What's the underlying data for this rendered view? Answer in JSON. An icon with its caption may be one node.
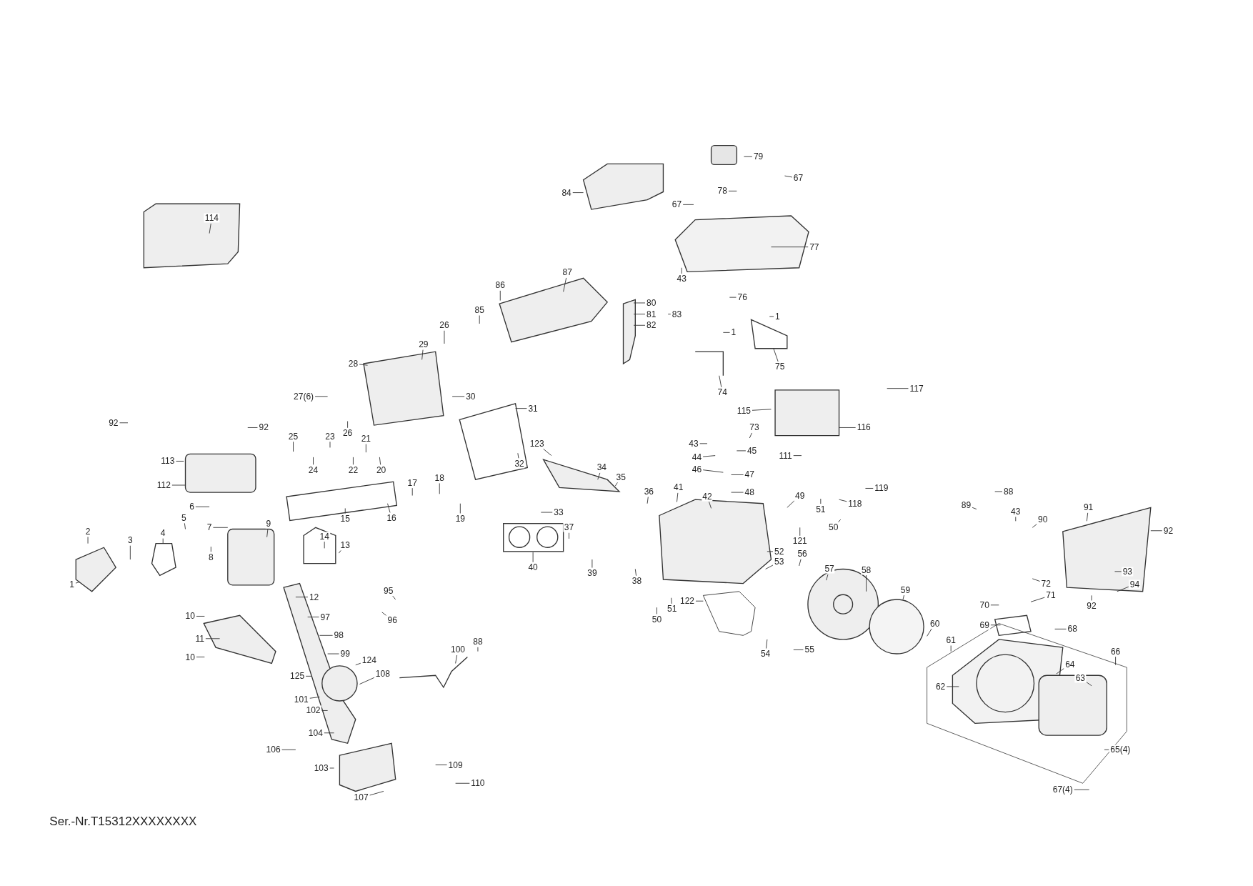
{
  "diagram": {
    "nodes": [
      {
        "text": [
          "79"
        ]
      },
      {
        "text": [
          "67"
        ]
      },
      {
        "text": [
          "67"
        ]
      },
      {
        "text": [
          "78"
        ]
      },
      {
        "text": [
          "84"
        ]
      },
      {
        "text": [
          "77"
        ]
      },
      {
        "text": [
          "43"
        ]
      },
      {
        "text": [
          "86"
        ]
      },
      {
        "text": [
          "87"
        ]
      },
      {
        "text": [
          "80"
        ]
      },
      {
        "text": [
          "81"
        ]
      },
      {
        "text": [
          "82"
        ]
      },
      {
        "text": [
          "83"
        ]
      },
      {
        "text": [
          "76"
        ]
      },
      {
        "text": [
          "85"
        ]
      },
      {
        "text": [
          "26"
        ]
      },
      {
        "text": [
          "1"
        ]
      },
      {
        "text": [
          "1"
        ]
      },
      {
        "text": [
          "29"
        ]
      },
      {
        "text": [
          "28"
        ]
      },
      {
        "text": [
          "75"
        ]
      },
      {
        "text": [
          "74"
        ]
      },
      {
        "text": [
          "117"
        ]
      },
      {
        "text": [
          "114"
        ]
      },
      {
        "text": [
          "30"
        ]
      },
      {
        "text": [
          "27(6)"
        ]
      },
      {
        "text": [
          "92"
        ]
      },
      {
        "text": [
          "92"
        ]
      },
      {
        "text": [
          "31"
        ]
      },
      {
        "text": [
          "115"
        ]
      },
      {
        "text": [
          "116"
        ]
      },
      {
        "text": [
          "26"
        ]
      },
      {
        "text": [
          "43"
        ]
      },
      {
        "text": [
          "73"
        ]
      },
      {
        "text": [
          "45"
        ]
      },
      {
        "text": [
          "44"
        ]
      },
      {
        "text": [
          "46"
        ]
      },
      {
        "text": [
          "47"
        ]
      },
      {
        "text": [
          "48"
        ]
      },
      {
        "text": [
          "111"
        ]
      },
      {
        "text": [
          "25"
        ]
      },
      {
        "text": [
          "23"
        ]
      },
      {
        "text": [
          "21"
        ]
      },
      {
        "text": [
          "24"
        ]
      },
      {
        "text": [
          "22"
        ]
      },
      {
        "text": [
          "20"
        ]
      },
      {
        "text": [
          "32"
        ]
      },
      {
        "text": [
          "113"
        ]
      },
      {
        "text": [
          "112"
        ]
      },
      {
        "text": [
          "123"
        ]
      },
      {
        "text": [
          "34"
        ]
      },
      {
        "text": [
          "35"
        ]
      },
      {
        "text": [
          "17"
        ]
      },
      {
        "text": [
          "18"
        ]
      },
      {
        "text": [
          "119"
        ]
      },
      {
        "text": [
          "49"
        ]
      },
      {
        "text": [
          "36"
        ]
      },
      {
        "text": [
          "41"
        ]
      },
      {
        "text": [
          "42"
        ]
      },
      {
        "text": [
          "6"
        ]
      },
      {
        "text": [
          "15"
        ]
      },
      {
        "text": [
          "16"
        ]
      },
      {
        "text": [
          "19"
        ]
      },
      {
        "text": [
          "118"
        ]
      },
      {
        "text": [
          "33"
        ]
      },
      {
        "text": [
          "51"
        ]
      },
      {
        "text": [
          "50"
        ]
      },
      {
        "text": [
          "121"
        ]
      },
      {
        "text": [
          "52"
        ]
      },
      {
        "text": [
          "53"
        ]
      },
      {
        "text": [
          "56"
        ]
      },
      {
        "text": [
          "5"
        ]
      },
      {
        "text": [
          "7"
        ]
      },
      {
        "text": [
          "9"
        ]
      },
      {
        "text": [
          "14"
        ]
      },
      {
        "text": [
          "13"
        ]
      },
      {
        "text": [
          "2"
        ]
      },
      {
        "text": [
          "3"
        ]
      },
      {
        "text": [
          "4"
        ]
      },
      {
        "text": [
          "8"
        ]
      },
      {
        "text": [
          "1"
        ]
      },
      {
        "text": [
          "37"
        ]
      },
      {
        "text": [
          "40"
        ]
      },
      {
        "text": [
          "39"
        ]
      },
      {
        "text": [
          "38"
        ]
      },
      {
        "text": [
          "12"
        ]
      },
      {
        "text": [
          "57"
        ]
      },
      {
        "text": [
          "58"
        ]
      },
      {
        "text": [
          "59"
        ]
      },
      {
        "text": [
          "122"
        ]
      },
      {
        "text": [
          "50"
        ]
      },
      {
        "text": [
          "51"
        ]
      },
      {
        "text": [
          "95"
        ]
      },
      {
        "text": [
          "96"
        ]
      },
      {
        "text": [
          "97"
        ]
      },
      {
        "text": [
          "10"
        ]
      },
      {
        "text": [
          "98"
        ]
      },
      {
        "text": [
          "11"
        ]
      },
      {
        "text": [
          "99"
        ]
      },
      {
        "text": [
          "10"
        ]
      },
      {
        "text": [
          "60"
        ]
      },
      {
        "text": [
          "61"
        ]
      },
      {
        "text": [
          "54"
        ]
      },
      {
        "text": [
          "55"
        ]
      },
      {
        "text": [
          "88"
        ]
      },
      {
        "text": [
          "89"
        ]
      },
      {
        "text": [
          "43"
        ]
      },
      {
        "text": [
          "90"
        ]
      },
      {
        "text": [
          "91"
        ]
      },
      {
        "text": [
          "92"
        ]
      },
      {
        "text": [
          "93"
        ]
      },
      {
        "text": [
          "94"
        ]
      },
      {
        "text": [
          "92"
        ]
      },
      {
        "text": [
          "72"
        ]
      },
      {
        "text": [
          "71"
        ]
      },
      {
        "text": [
          "70"
        ]
      },
      {
        "text": [
          "69"
        ]
      },
      {
        "text": [
          "68"
        ]
      },
      {
        "text": [
          "100"
        ]
      },
      {
        "text": [
          "88"
        ]
      },
      {
        "text": [
          "124"
        ]
      },
      {
        "text": [
          "108"
        ]
      },
      {
        "text": [
          "125"
        ]
      },
      {
        "text": [
          "101"
        ]
      },
      {
        "text": [
          "102"
        ]
      },
      {
        "text": [
          "66"
        ]
      },
      {
        "text": [
          "64"
        ]
      },
      {
        "text": [
          "63"
        ]
      },
      {
        "text": [
          "62"
        ]
      },
      {
        "text": [
          "104"
        ]
      },
      {
        "text": [
          "106"
        ]
      },
      {
        "text": [
          "103"
        ]
      },
      {
        "text": [
          "109"
        ]
      },
      {
        "text": [
          "110"
        ]
      },
      {
        "text": [
          "107"
        ]
      },
      {
        "text": [
          "65(4)"
        ]
      },
      {
        "text": [
          "67(4)"
        ]
      }
    ],
    "edges": [
      {
        "from": 0,
        "to": null,
        "arrow": "none"
      },
      {
        "from": 1,
        "to": null,
        "arrow": "none"
      },
      {
        "from": 2,
        "to": null,
        "arrow": "none"
      },
      {
        "from": 3,
        "to": null,
        "arrow": "none"
      },
      {
        "from": 4,
        "to": null,
        "arrow": "none"
      },
      {
        "from": 5,
        "to": null,
        "arrow": "none"
      },
      {
        "from": 6,
        "to": null,
        "arrow": "none"
      },
      {
        "from": 7,
        "to": null,
        "arrow": "none"
      },
      {
        "from": 8,
        "to": null,
        "arrow": "none"
      },
      {
        "from": 9,
        "to": null,
        "arrow": "none"
      },
      {
        "from": 10,
        "to": null,
        "arrow": "none"
      },
      {
        "from": 11,
        "to": null,
        "arrow": "none"
      },
      {
        "from": 12,
        "to": null,
        "arrow": "none"
      },
      {
        "from": 13,
        "to": null,
        "arrow": "none"
      },
      {
        "from": 14,
        "to": null,
        "arrow": "none"
      },
      {
        "from": 15,
        "to": null,
        "arrow": "none"
      },
      {
        "from": 16,
        "to": null,
        "arrow": "none"
      },
      {
        "from": 17,
        "to": null,
        "arrow": "none"
      },
      {
        "from": 18,
        "to": null,
        "arrow": "none"
      },
      {
        "from": 19,
        "to": null,
        "arrow": "none"
      },
      {
        "from": 20,
        "to": null,
        "arrow": "none"
      },
      {
        "from": 21,
        "to": null,
        "arrow": "none"
      },
      {
        "from": 22,
        "to": null,
        "arrow": "none"
      },
      {
        "from": 23,
        "to": null,
        "arrow": "none"
      },
      {
        "from": 24,
        "to": null,
        "arrow": "none"
      },
      {
        "from": 25,
        "to": null,
        "arrow": "none"
      },
      {
        "from": 26,
        "to": null,
        "arrow": "none"
      },
      {
        "from": 27,
        "to": null,
        "arrow": "none"
      },
      {
        "from": 28,
        "to": null,
        "arrow": "none"
      },
      {
        "from": 29,
        "to": null,
        "arrow": "none"
      },
      {
        "from": 30,
        "to": null,
        "arrow": "none"
      },
      {
        "from": 31,
        "to": null,
        "arrow": "none"
      },
      {
        "from": 32,
        "to": null,
        "arrow": "none"
      },
      {
        "from": 33,
        "to": null,
        "arrow": "none"
      },
      {
        "from": 34,
        "to": null,
        "arrow": "none"
      },
      {
        "from": 35,
        "to": null,
        "arrow": "none"
      },
      {
        "from": 36,
        "to": null,
        "arrow": "none"
      },
      {
        "from": 37,
        "to": null,
        "arrow": "none"
      },
      {
        "from": 38,
        "to": null,
        "arrow": "none"
      },
      {
        "from": 39,
        "to": null,
        "arrow": "none"
      },
      {
        "from": 40,
        "to": null,
        "arrow": "none"
      },
      {
        "from": 41,
        "to": null,
        "arrow": "none"
      },
      {
        "from": 42,
        "to": null,
        "arrow": "none"
      },
      {
        "from": 43,
        "to": null,
        "arrow": "none"
      },
      {
        "from": 44,
        "to": null,
        "arrow": "none"
      },
      {
        "from": 45,
        "to": null,
        "arrow": "none"
      },
      {
        "from": 46,
        "to": null,
        "arrow": "none"
      },
      {
        "from": 47,
        "to": null,
        "arrow": "none"
      },
      {
        "from": 48,
        "to": null,
        "arrow": "none"
      },
      {
        "from": 49,
        "to": null,
        "arrow": "none"
      },
      {
        "from": 50,
        "to": null,
        "arrow": "none"
      },
      {
        "from": 51,
        "to": null,
        "arrow": "none"
      },
      {
        "from": 52,
        "to": null,
        "arrow": "none"
      },
      {
        "from": 53,
        "to": null,
        "arrow": "none"
      },
      {
        "from": 54,
        "to": null,
        "arrow": "none"
      },
      {
        "from": 55,
        "to": null,
        "arrow": "none"
      },
      {
        "from": 56,
        "to": null,
        "arrow": "none"
      },
      {
        "from": 57,
        "to": null,
        "arrow": "none"
      },
      {
        "from": 58,
        "to": null,
        "arrow": "none"
      },
      {
        "from": 59,
        "to": null,
        "arrow": "none"
      },
      {
        "from": 60,
        "to": null,
        "arrow": "none"
      },
      {
        "from": 61,
        "to": null,
        "arrow": "none"
      },
      {
        "from": 62,
        "to": null,
        "arrow": "none"
      },
      {
        "from": 63,
        "to": null,
        "arrow": "none"
      },
      {
        "from": 64,
        "to": null,
        "arrow": "none"
      },
      {
        "from": 65,
        "to": null,
        "arrow": "none"
      },
      {
        "from": 66,
        "to": null,
        "arrow": "none"
      },
      {
        "from": 67,
        "to": null,
        "arrow": "none"
      },
      {
        "from": 68,
        "to": null,
        "arrow": "none"
      },
      {
        "from": 69,
        "to": null,
        "arrow": "none"
      },
      {
        "from": 70,
        "to": null,
        "arrow": "none"
      },
      {
        "from": 71,
        "to": null,
        "arrow": "none"
      },
      {
        "from": 72,
        "to": null,
        "arrow": "none"
      },
      {
        "from": 73,
        "to": null,
        "arrow": "none"
      },
      {
        "from": 74,
        "to": null,
        "arrow": "none"
      },
      {
        "from": 75,
        "to": null,
        "arrow": "none"
      },
      {
        "from": 76,
        "to": null,
        "arrow": "none"
      },
      {
        "from": 77,
        "to": null,
        "arrow": "none"
      },
      {
        "from": 78,
        "to": null,
        "arrow": "none"
      },
      {
        "from": 79,
        "to": null,
        "arrow": "none"
      },
      {
        "from": 80,
        "to": null,
        "arrow": "none"
      },
      {
        "from": 81,
        "to": null,
        "arrow": "none"
      },
      {
        "from": 82,
        "to": null,
        "arrow": "none"
      },
      {
        "from": 83,
        "to": null,
        "arrow": "none"
      },
      {
        "from": 84,
        "to": null,
        "arrow": "none"
      },
      {
        "from": 85,
        "to": null,
        "arrow": "none"
      },
      {
        "from": 86,
        "to": null,
        "arrow": "none"
      },
      {
        "from": 87,
        "to": null,
        "arrow": "none"
      },
      {
        "from": 88,
        "to": null,
        "arrow": "none"
      },
      {
        "from": 89,
        "to": null,
        "arrow": "none"
      },
      {
        "from": 90,
        "to": null,
        "arrow": "none"
      },
      {
        "from": 91,
        "to": null,
        "arrow": "none"
      },
      {
        "from": 92,
        "to": null,
        "arrow": "none"
      },
      {
        "from": 93,
        "to": null,
        "arrow": "none"
      },
      {
        "from": 94,
        "to": null,
        "arrow": "none"
      },
      {
        "from": 95,
        "to": null,
        "arrow": "none"
      },
      {
        "from": 96,
        "to": null,
        "arrow": "none"
      },
      {
        "from": 97,
        "to": null,
        "arrow": "none"
      },
      {
        "from": 98,
        "to": null,
        "arrow": "none"
      },
      {
        "from": 99,
        "to": null,
        "arrow": "none"
      },
      {
        "from": 100,
        "to": null,
        "arrow": "none"
      },
      {
        "from": 101,
        "to": null,
        "arrow": "none"
      },
      {
        "from": 102,
        "to": null,
        "arrow": "none"
      },
      {
        "from": 103,
        "to": null,
        "arrow": "none"
      },
      {
        "from": 104,
        "to": null,
        "arrow": "none"
      },
      {
        "from": 105,
        "to": null,
        "arrow": "none"
      },
      {
        "from": 106,
        "to": null,
        "arrow": "none"
      },
      {
        "from": 107,
        "to": null,
        "arrow": "none"
      },
      {
        "from": 108,
        "to": null,
        "arrow": "none"
      },
      {
        "from": 109,
        "to": null,
        "arrow": "none"
      },
      {
        "from": 110,
        "to": null,
        "arrow": "none"
      },
      {
        "from": 111,
        "to": null,
        "arrow": "none"
      },
      {
        "from": 112,
        "to": null,
        "arrow": "none"
      },
      {
        "from": 113,
        "to": null,
        "arrow": "none"
      },
      {
        "from": 114,
        "to": null,
        "arrow": "none"
      },
      {
        "from": 115,
        "to": null,
        "arrow": "none"
      },
      {
        "from": 116,
        "to": null,
        "arrow": "none"
      },
      {
        "from": 117,
        "to": null,
        "arrow": "none"
      },
      {
        "from": 118,
        "to": null,
        "arrow": "none"
      },
      {
        "from": 119,
        "to": null,
        "arrow": "none"
      },
      {
        "from": 120,
        "to": null,
        "arrow": "none"
      },
      {
        "from": 121,
        "to": null,
        "arrow": "none"
      },
      {
        "from": 122,
        "to": null,
        "arrow": "none"
      },
      {
        "from": 123,
        "to": null,
        "arrow": "none"
      },
      {
        "from": 124,
        "to": null,
        "arrow": "none"
      },
      {
        "from": 125,
        "to": null,
        "arrow": "none"
      },
      {
        "from": 126,
        "to": null,
        "arrow": "none"
      },
      {
        "from": 127,
        "to": null,
        "arrow": "none"
      },
      {
        "from": 128,
        "to": null,
        "arrow": "none"
      },
      {
        "from": 129,
        "to": null,
        "arrow": "none"
      },
      {
        "from": 130,
        "to": null,
        "arrow": "none"
      },
      {
        "from": 131,
        "to": null,
        "arrow": "none"
      },
      {
        "from": 132,
        "to": null,
        "arrow": "none"
      },
      {
        "from": 133,
        "to": null,
        "arrow": "none"
      },
      {
        "from": 134,
        "to": null,
        "arrow": "none"
      },
      {
        "from": 135,
        "to": null,
        "arrow": "none"
      },
      {
        "from": 136,
        "to": null,
        "arrow": "none"
      }
    ],
    "labels": [
      "Ser.-Nr.T15312XXXXXXXX"
    ]
  }
}
